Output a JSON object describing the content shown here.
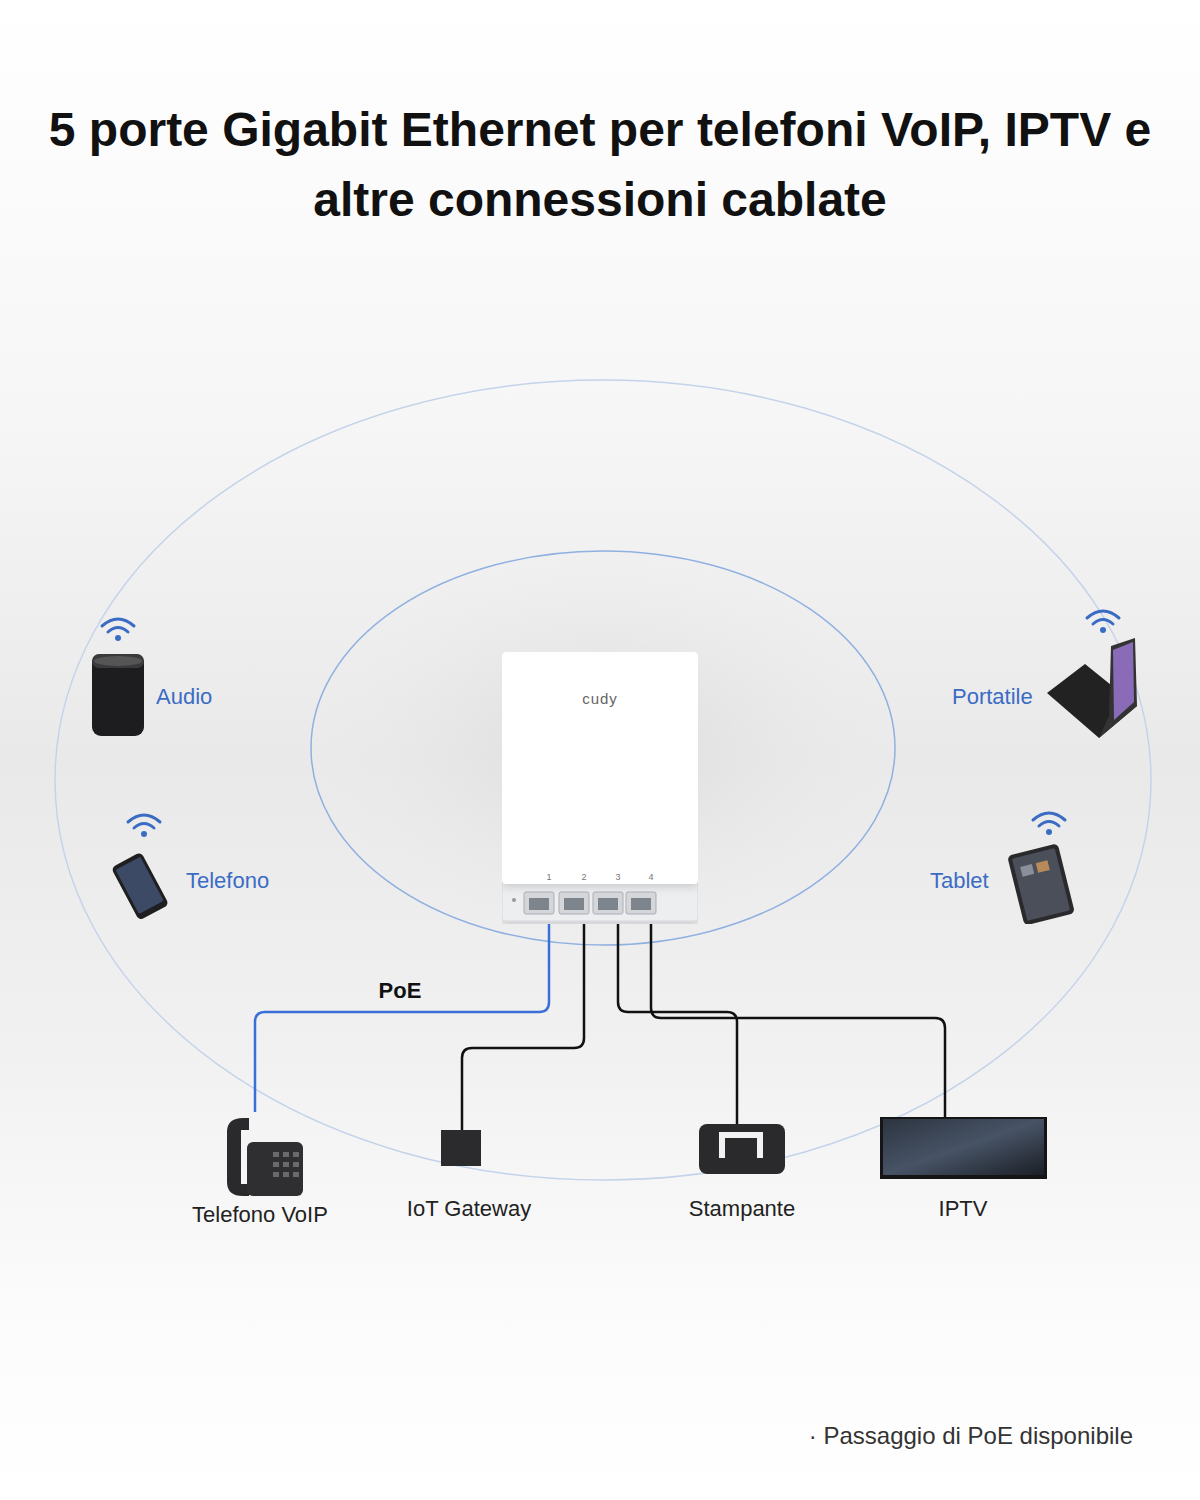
{
  "diagram": {
    "title": "5 porte Gigabit Ethernet per telefoni VoIP, IPTV e altre connessioni cablate",
    "nodes": [
      {
        "text": [
          "cudy"
        ]
      },
      {
        "text": [
          "Audio"
        ]
      },
      {
        "text": [
          "Portatile"
        ]
      },
      {
        "text": [
          "Telefono"
        ]
      },
      {
        "text": [
          "Tablet"
        ]
      },
      {
        "text": [
          "Telefono VoIP"
        ]
      },
      {
        "text": [
          "IoT Gateway"
        ]
      },
      {
        "text": [
          "Stampante"
        ]
      },
      {
        "text": [
          "IPTV"
        ]
      }
    ],
    "edges": [
      {
        "from": 0,
        "to": 5,
        "label": "PoE",
        "arrow": "none"
      },
      {
        "from": 0,
        "to": 6,
        "arrow": "none"
      },
      {
        "from": 0,
        "to": 7,
        "arrow": "none"
      },
      {
        "from": 0,
        "to": 8,
        "arrow": "none"
      }
    ],
    "labels": [
      "1",
      "2",
      "3",
      "4",
      "· Passaggio di PoE disponibile"
    ]
  }
}
